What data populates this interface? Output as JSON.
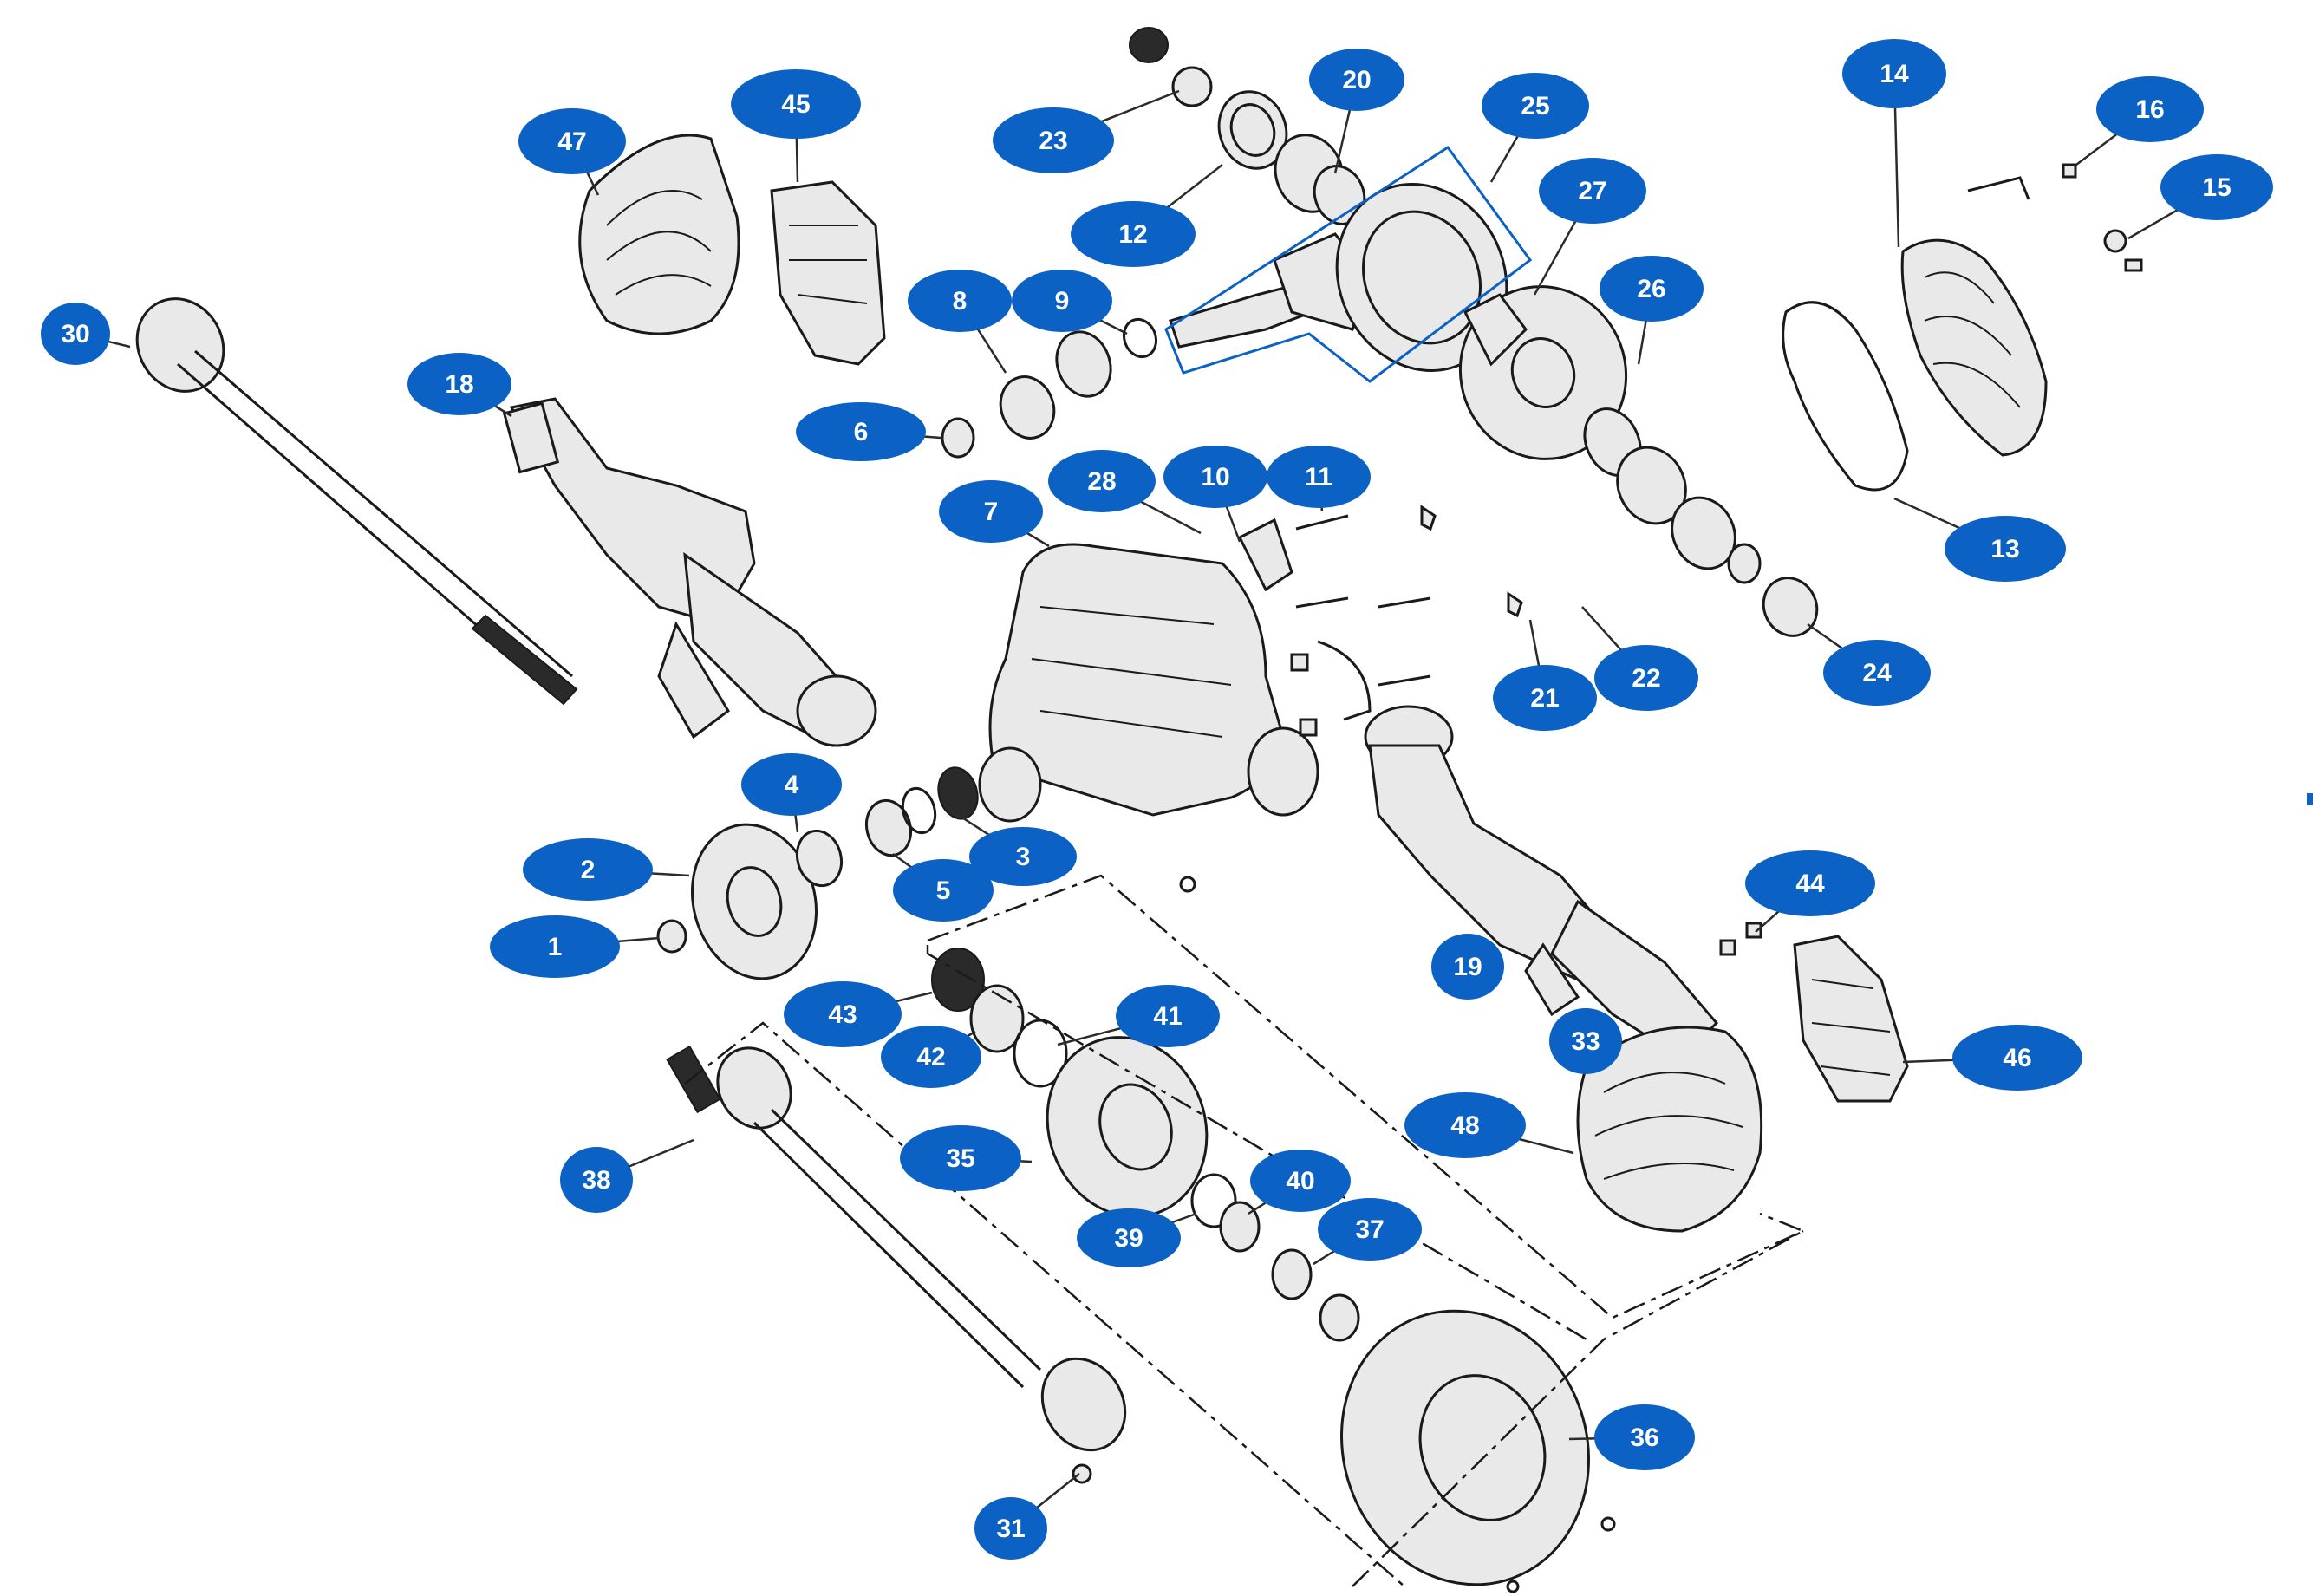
{
  "diagram": {
    "callout_color": "#0b62c4",
    "callouts": [
      {
        "label": "1"
      },
      {
        "label": "2"
      },
      {
        "label": "3"
      },
      {
        "label": "4"
      },
      {
        "label": "5"
      },
      {
        "label": "6"
      },
      {
        "label": "7"
      },
      {
        "label": "8"
      },
      {
        "label": "9"
      },
      {
        "label": "10"
      },
      {
        "label": "11"
      },
      {
        "label": "12"
      },
      {
        "label": "13"
      },
      {
        "label": "14"
      },
      {
        "label": "15"
      },
      {
        "label": "16"
      },
      {
        "label": "18"
      },
      {
        "label": "19"
      },
      {
        "label": "20"
      },
      {
        "label": "21"
      },
      {
        "label": "22"
      },
      {
        "label": "23"
      },
      {
        "label": "24"
      },
      {
        "label": "25"
      },
      {
        "label": "26"
      },
      {
        "label": "27"
      },
      {
        "label": "28"
      },
      {
        "label": "30"
      },
      {
        "label": "31"
      },
      {
        "label": "33"
      },
      {
        "label": "35"
      },
      {
        "label": "36"
      },
      {
        "label": "37"
      },
      {
        "label": "38"
      },
      {
        "label": "39"
      },
      {
        "label": "40"
      },
      {
        "label": "41"
      },
      {
        "label": "42"
      },
      {
        "label": "43"
      },
      {
        "label": "44"
      },
      {
        "label": "45"
      },
      {
        "label": "46"
      },
      {
        "label": "47"
      },
      {
        "label": "48"
      }
    ]
  }
}
